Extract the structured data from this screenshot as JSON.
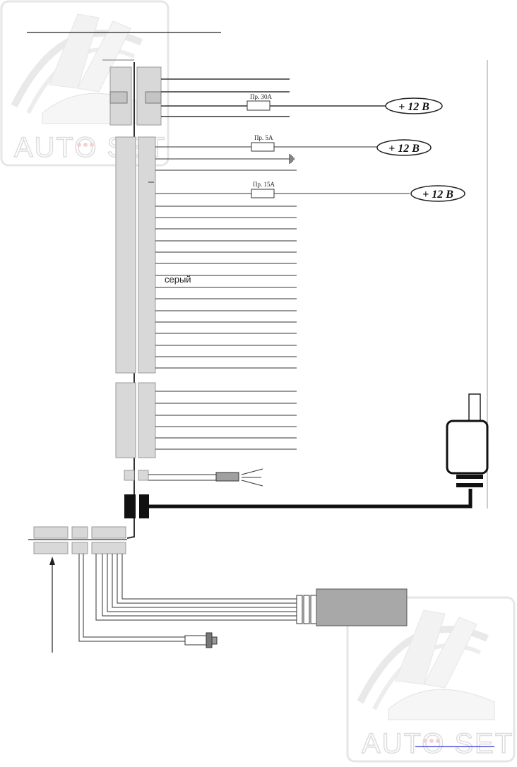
{
  "watermark": {
    "brand_text": "AUTO SET"
  },
  "fuses": {
    "fuse_30a": "Пр. 30А",
    "fuse_5a": "Пр. 5А",
    "fuse_15a": "Пр. 15А"
  },
  "power": {
    "plus12_label": "+ 12 В"
  },
  "wires": {
    "gray_label": "серый"
  }
}
